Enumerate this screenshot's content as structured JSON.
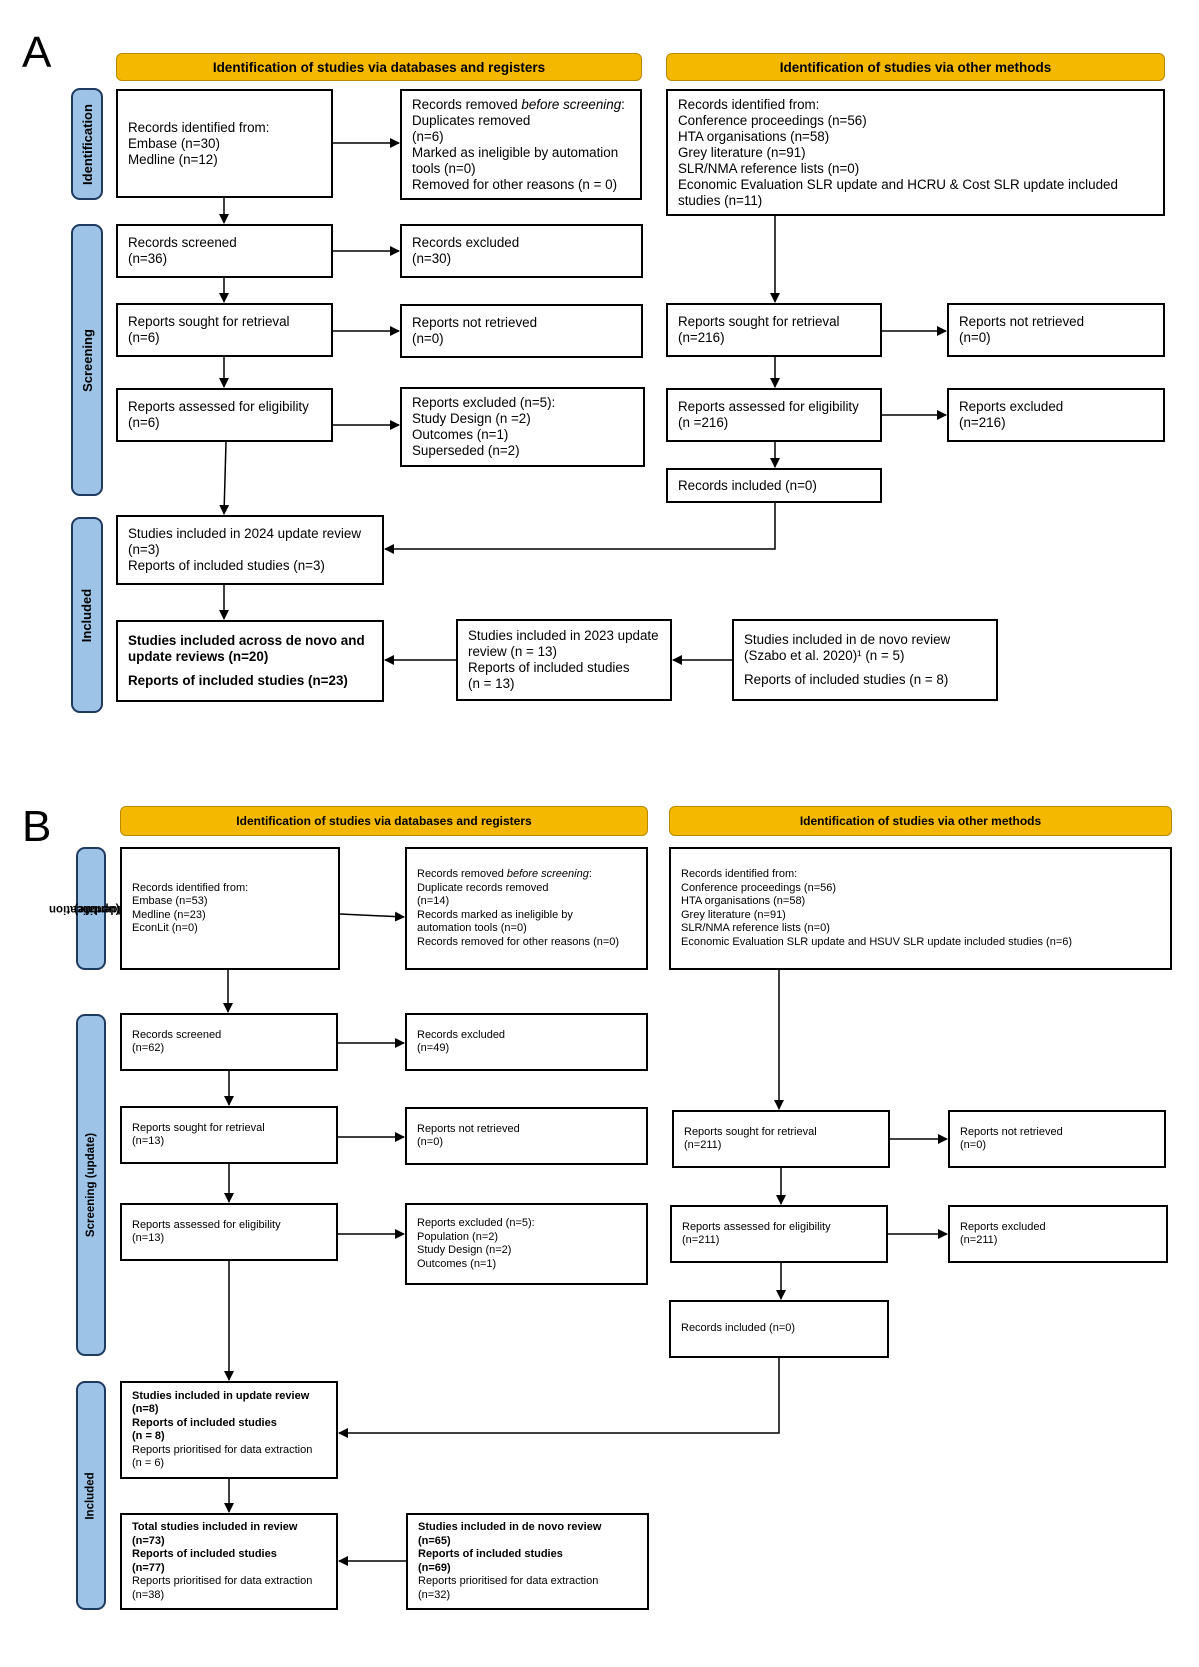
{
  "panelA": {
    "letter": "A",
    "headers": {
      "databases": "Identification of studies via databases and registers",
      "other": "Identification of studies via other methods"
    },
    "stages": {
      "identification": "Identification",
      "screening": "Screening",
      "included": "Included"
    },
    "left": {
      "identified": [
        "Records identified from:",
        "Embase (n=30)",
        "Medline (n=12)"
      ],
      "removed": {
        "lead": "Records removed ",
        "emph": "before screening",
        "trail": ":",
        "lines": [
          "Duplicates removed",
          "(n=6)",
          "Marked as ineligible by automation",
          "tools (n=0)",
          "Removed for other reasons (n = 0)"
        ]
      },
      "screened": [
        "Records screened",
        "(n=36)"
      ],
      "excluded": [
        "Records excluded",
        "(n=30)"
      ],
      "sought": [
        "Reports sought for retrieval",
        "(n=6)"
      ],
      "not_retrieved": [
        "Reports not retrieved",
        "(n=0)"
      ],
      "assessed": [
        "Reports assessed for eligibility",
        "(n=6)"
      ],
      "reports_excluded": [
        "Reports excluded (n=5):",
        "Study Design (n =2)",
        "Outcomes (n=1)",
        "Superseded (n=2)"
      ],
      "included_2024": [
        "Studies included in 2024 update review",
        "(n=3)",
        "Reports of included studies (n=3)"
      ],
      "final": {
        "bold1": "Studies included across de novo and",
        "bold2": "update reviews (n=20)",
        "bold3": "Reports of included studies (n=23)"
      },
      "update_2023": [
        "Studies included in 2023 update",
        "review (n = 13)",
        "Reports of included studies",
        "(n = 13)"
      ],
      "de_novo": [
        "Studies included in de novo review",
        "(Szabo et al. 2020)¹ (n = 5)",
        "Reports of included studies (n = 8)"
      ]
    },
    "right": {
      "identified": [
        "Records identified from:",
        "Conference proceedings (n=56)",
        "HTA organisations (n=58)",
        "Grey literature (n=91)",
        "SLR/NMA reference lists (n=0)",
        "Economic Evaluation SLR update and HCRU & Cost SLR update included",
        "studies (n=11)"
      ],
      "sought": [
        "Reports sought for retrieval",
        "(n=216)"
      ],
      "not_retrieved": [
        "Reports not retrieved",
        "(n=0)"
      ],
      "assessed": [
        "Reports assessed for eligibility",
        "(n =216)"
      ],
      "excluded": [
        "Reports excluded",
        "(n=216)"
      ],
      "included": [
        "Records included  (n=0)"
      ]
    }
  },
  "panelB": {
    "letter": "B",
    "headers": {
      "databases": "Identification of studies via databases and registers",
      "other": "Identification of studies via other methods"
    },
    "stages": {
      "identification_1": "Identification",
      "identification_2": "(update)",
      "screening": "Screening (update)",
      "included": "Included"
    },
    "left": {
      "identified": [
        "Records identified from:",
        "Embase (n=53)",
        "Medline (n=23)",
        "EconLit (n=0)"
      ],
      "removed": {
        "lead": "Records removed ",
        "emph": "before screening",
        "trail": ":",
        "lines": [
          "Duplicate records removed",
          "(n=14)",
          "Records marked as ineligible by",
          "automation tools (n=0)",
          "Records removed for other reasons (n=0)"
        ]
      },
      "screened": [
        "Records screened",
        "(n=62)"
      ],
      "excluded": [
        "Records excluded",
        "(n=49)"
      ],
      "sought": [
        "Reports sought for retrieval",
        "(n=13)"
      ],
      "not_retrieved": [
        "Reports not retrieved",
        "(n=0)"
      ],
      "assessed": [
        "Reports assessed for eligibility",
        "(n=13)"
      ],
      "reports_excluded": [
        "Reports excluded (n=5):",
        "Population (n=2)",
        "Study Design (n=2)",
        "Outcomes (n=1)"
      ],
      "update_review": {
        "b1": "Studies included in update review",
        "b2": "(n=8)",
        "b3": "Reports of included studies",
        "b4": "(n = 8)",
        "n1": "Reports prioritised for data extraction",
        "n2": "(n = 6)"
      },
      "total": {
        "b1": "Total studies included in review",
        "b2": "(n=73)",
        "b3": "Reports of included studies",
        "b4": "(n=77)",
        "n1": "Reports prioritised for data extraction",
        "n2": "(n=38)"
      },
      "de_novo": {
        "b1": "Studies included in de novo review",
        "b2": "(n=65)",
        "b3": "Reports of included studies",
        "b4": "(n=69)",
        "n1": "Reports prioritised for data extraction",
        "n2": "(n=32)"
      }
    },
    "right": {
      "identified": [
        "Records identified from:",
        "Conference proceedings (n=56)",
        "HTA organisations (n=58)",
        "Grey literature (n=91)",
        "SLR/NMA reference lists (n=0)",
        "Economic Evaluation SLR update and HSUV SLR update included studies (n=6)"
      ],
      "sought": [
        "Reports sought for retrieval",
        "(n=211)"
      ],
      "not_retrieved": [
        "Reports not retrieved",
        "(n=0)"
      ],
      "assessed": [
        "Reports assessed for eligibility",
        "(n=211)"
      ],
      "excluded": [
        "Reports excluded",
        "(n=211)"
      ],
      "included": [
        "Records included (n=0)"
      ]
    }
  }
}
